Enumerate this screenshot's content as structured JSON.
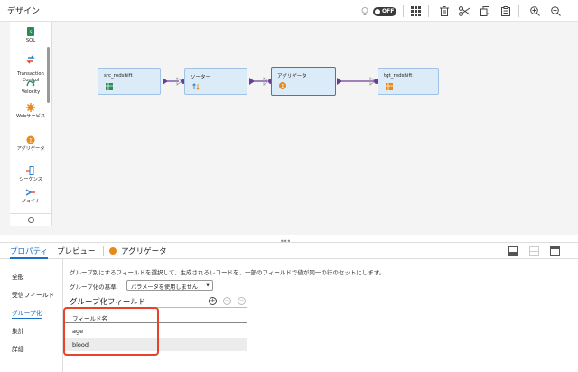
{
  "design": {
    "title": "デザイン",
    "toggle_label": "OFF"
  },
  "toolbar_icons": [
    "lightbulb-icon",
    "toggle-switch",
    "grid-icon",
    "trash-icon",
    "scissors-icon",
    "copy-icon",
    "clipboard-icon",
    "zoom-in-icon",
    "zoom-out-icon"
  ],
  "palette": {
    "items": [
      {
        "label": "SQL",
        "icon": "sql-icon"
      },
      {
        "label": "Transaction\nControl",
        "icon": "transaction-control-icon"
      },
      {
        "label": "Velocity",
        "icon": "velocity-icon"
      },
      {
        "label": "Webサービス",
        "icon": "web-service-icon"
      },
      {
        "label": "アグリゲータ",
        "icon": "aggregator-icon"
      },
      {
        "label": "シーケンス",
        "icon": "sequence-icon"
      },
      {
        "label": "ジョイナ",
        "icon": "joiner-icon"
      }
    ]
  },
  "mapping": {
    "nodes": [
      {
        "label": "src_redshift",
        "icon": "source-table-icon"
      },
      {
        "label": "ソーター",
        "icon": "sorter-icon"
      },
      {
        "label": "アグリゲータ",
        "icon": "aggregator-icon",
        "selected": true
      },
      {
        "label": "tgt_redshift",
        "icon": "target-table-icon"
      }
    ]
  },
  "properties": {
    "tabs": {
      "properties": "プロパティ",
      "preview": "プレビュー",
      "object": "アグリゲータ"
    },
    "side_menu": [
      "全般",
      "受信フィールド",
      "グループ化",
      "集計",
      "詳細"
    ],
    "description": "グループ別にするフィールドを選択して、生成されるレコードを、一部のフィールドで値が同一の行のセットにします。",
    "group_basis_label": "グループ化の基準:",
    "group_basis_value": "パラメータを使用しません",
    "section_title": "グループ化フィールド",
    "column_header": "フィールド名",
    "rows": [
      "age",
      "blood"
    ]
  },
  "colors": {
    "accent": "#1a6fc7",
    "node_fill": "#dcebf8",
    "link": "#6a3d9a",
    "highlight": "#e8432a",
    "aggregator": "#e68a1a"
  }
}
